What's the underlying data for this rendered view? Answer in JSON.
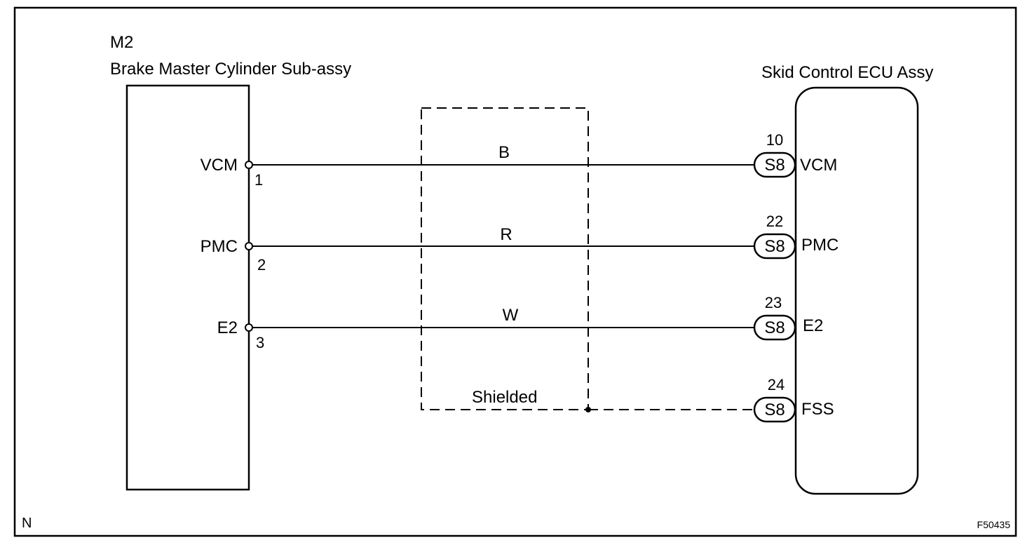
{
  "left_component": {
    "code": "M2",
    "name": "Brake Master Cylinder Sub-assy",
    "pins": [
      {
        "label": "VCM",
        "number": "1"
      },
      {
        "label": "PMC",
        "number": "2"
      },
      {
        "label": "E2",
        "number": "3"
      }
    ]
  },
  "right_component": {
    "name": "Skid Control ECU Assy",
    "pins": [
      {
        "connector": "S8",
        "number": "10",
        "label": "VCM"
      },
      {
        "connector": "S8",
        "number": "22",
        "label": "PMC"
      },
      {
        "connector": "S8",
        "number": "23",
        "label": "E2"
      },
      {
        "connector": "S8",
        "number": "24",
        "label": "FSS"
      }
    ]
  },
  "wires": [
    {
      "color_code": "B"
    },
    {
      "color_code": "R"
    },
    {
      "color_code": "W"
    }
  ],
  "shield": {
    "label": "Shielded"
  },
  "footer": {
    "left_mark": "N",
    "figure_id": "F50435"
  }
}
